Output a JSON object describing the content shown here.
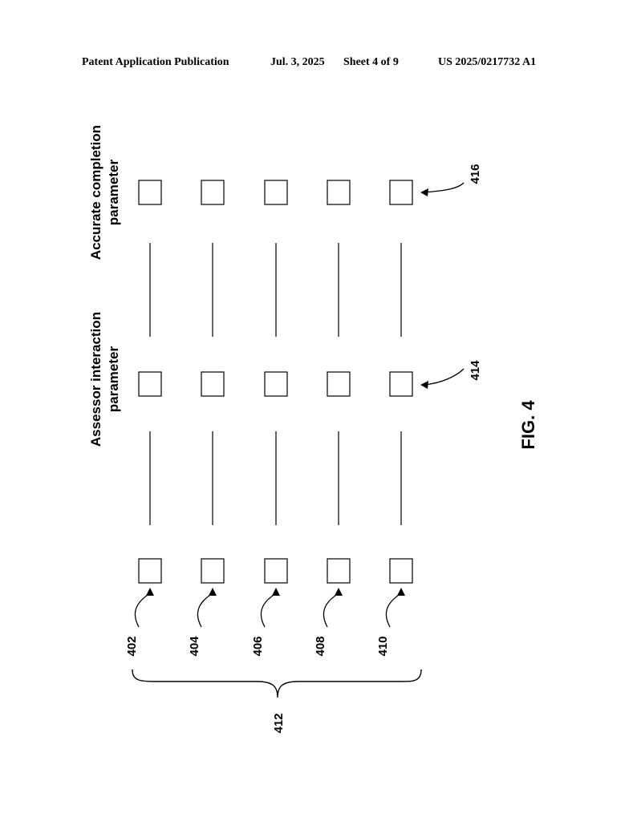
{
  "header": {
    "publication": "Patent Application Publication",
    "date": "Jul. 3, 2025",
    "sheet": "Sheet 4 of 9",
    "number": "US 2025/0217732 A1"
  },
  "columns": {
    "assessor_line1": "Assessor interaction",
    "assessor_line2": "parameter",
    "accurate_line1": "Accurate completion",
    "accurate_line2": "parameter"
  },
  "rows": [
    {
      "ref": "402"
    },
    {
      "ref": "404"
    },
    {
      "ref": "406"
    },
    {
      "ref": "408"
    },
    {
      "ref": "410"
    }
  ],
  "refs": {
    "group": "412",
    "assessor_box": "414",
    "accurate_box": "416"
  },
  "figure_label": "FIG. 4"
}
